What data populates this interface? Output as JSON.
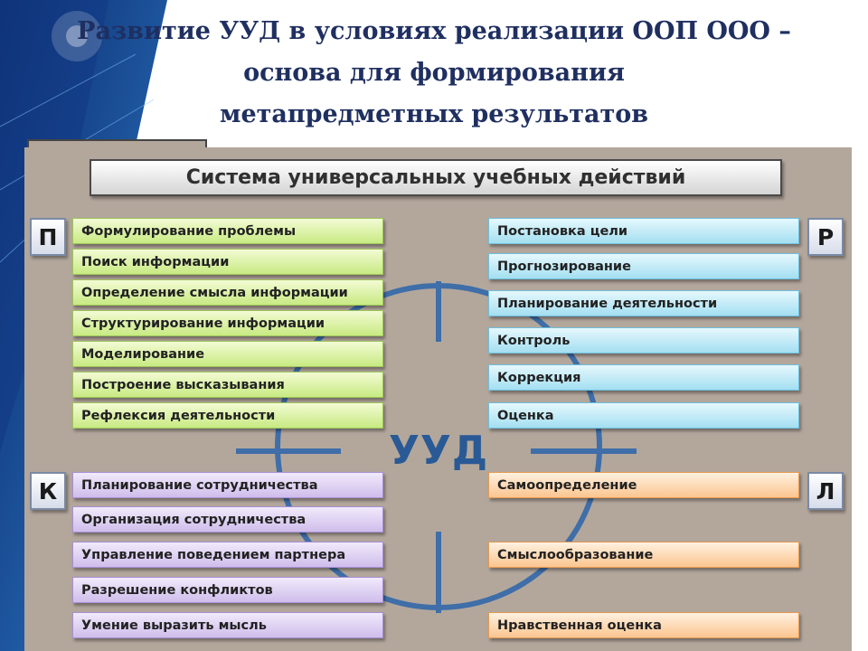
{
  "title": {
    "line1": "Развитие УУД в условиях реализации ООП ООО –",
    "line2": "основа для формирования",
    "line3": "метапредметных результатов"
  },
  "diagram": {
    "header": "Система универсальных учебных действий",
    "center": "УУД",
    "groups": {
      "p": {
        "letter": "П",
        "color": "#c8ea82",
        "items": [
          "Формулирование проблемы",
          "Поиск информации",
          "Определение смысла информации",
          "Структурирование информации",
          "Моделирование",
          "Построение высказывания",
          "Рефлексия деятельности"
        ]
      },
      "r": {
        "letter": "Р",
        "color": "#a3dff1",
        "items": [
          "Постановка цели",
          "Прогнозирование",
          "Планирование деятельности",
          "Контроль",
          "Коррекция",
          "Оценка"
        ]
      },
      "k": {
        "letter": "К",
        "color": "#cfbdeb",
        "items": [
          "Планирование сотрудничества",
          "Организация сотрудничества",
          "Управление поведением партнера",
          "Разрешение конфликтов",
          "Умение выразить мысль"
        ]
      },
      "l": {
        "letter": "Л",
        "color": "#fbc590",
        "items": [
          "Самоопределение",
          "Смыслообразование",
          "Нравственная оценка"
        ]
      }
    }
  }
}
